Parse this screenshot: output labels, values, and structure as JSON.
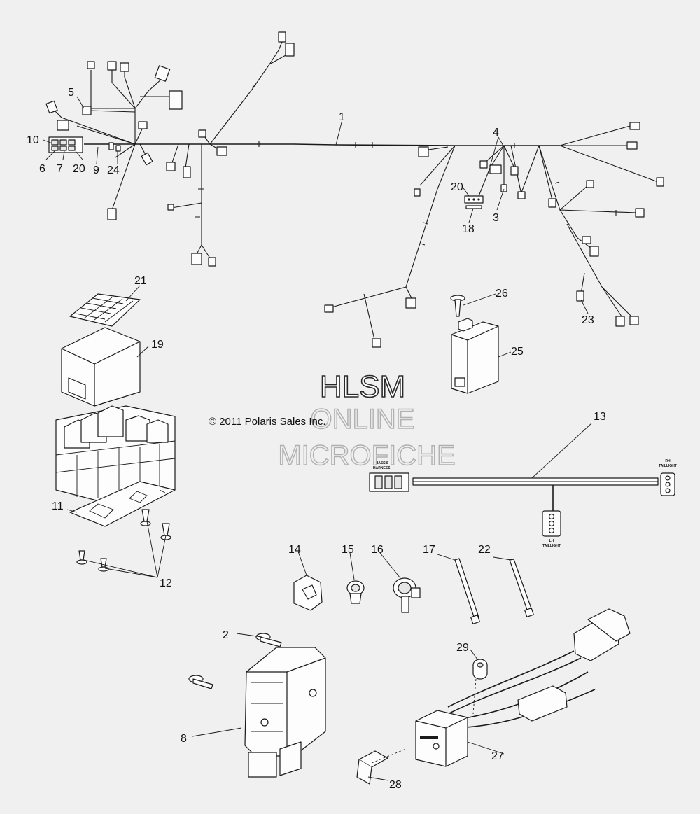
{
  "watermark": {
    "line1": "HLSM",
    "line2": "ONLINE",
    "line3": "MICROFICHE"
  },
  "copyright": "© 2011 Polaris Sales Inc.",
  "callouts": [
    "1",
    "2",
    "3",
    "4",
    "5",
    "6",
    "7",
    "8",
    "9",
    "10",
    "11",
    "12",
    "13",
    "14",
    "15",
    "16",
    "17",
    "18",
    "19",
    "20",
    "20",
    "21",
    "22",
    "23",
    "24",
    "25",
    "26",
    "27",
    "28",
    "29"
  ],
  "harness13": {
    "chassis_label_1": "CHASSIS",
    "chassis_label_2": "HARNESS",
    "rh_label_1": "RH",
    "rh_label_2": "TAILLIGHT",
    "lh_label_1": "LH",
    "lh_label_2": "TAILLIGHT"
  }
}
